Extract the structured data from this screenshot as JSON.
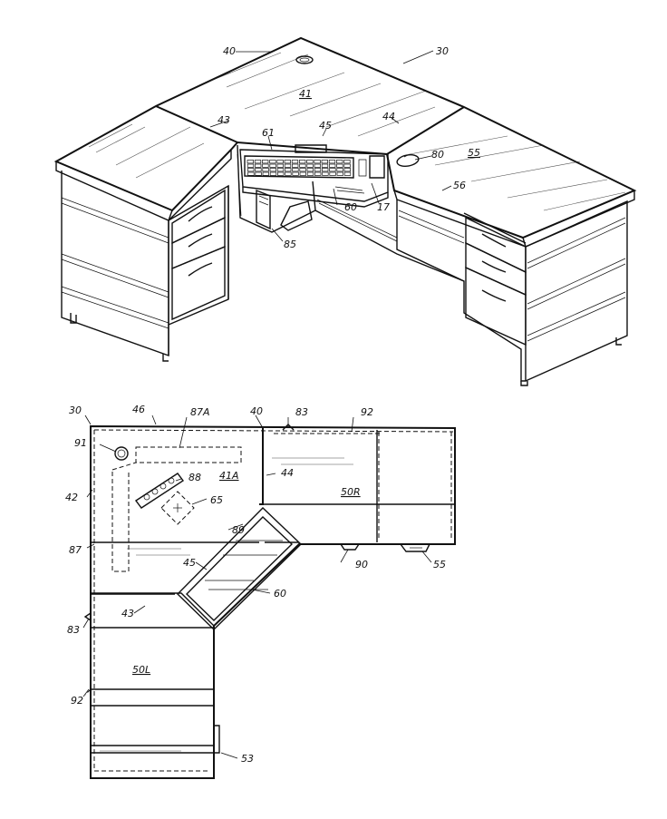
{
  "perspective_labels": {
    "l30": "30",
    "l40": "40",
    "l41": "41",
    "l43": "43",
    "l45": "45",
    "l44": "44",
    "l61": "61",
    "l80": "80",
    "l55": "55",
    "l56": "56",
    "l60": "60",
    "l17": "17",
    "l85": "85"
  },
  "plan_labels": {
    "l30": "30",
    "l46": "46",
    "l87A": "87A",
    "l40": "40",
    "l83a": "83",
    "l92a": "92",
    "l91": "91",
    "l41A": "41A",
    "l88": "88",
    "l44": "44",
    "l42": "42",
    "l65": "65",
    "l50R": "50R",
    "l89": "89",
    "l87": "87",
    "l45": "45",
    "l90": "90",
    "l55": "55",
    "l60": "60",
    "l43": "43",
    "l83b": "83",
    "l50L": "50L",
    "l92b": "92",
    "l53": "53"
  }
}
